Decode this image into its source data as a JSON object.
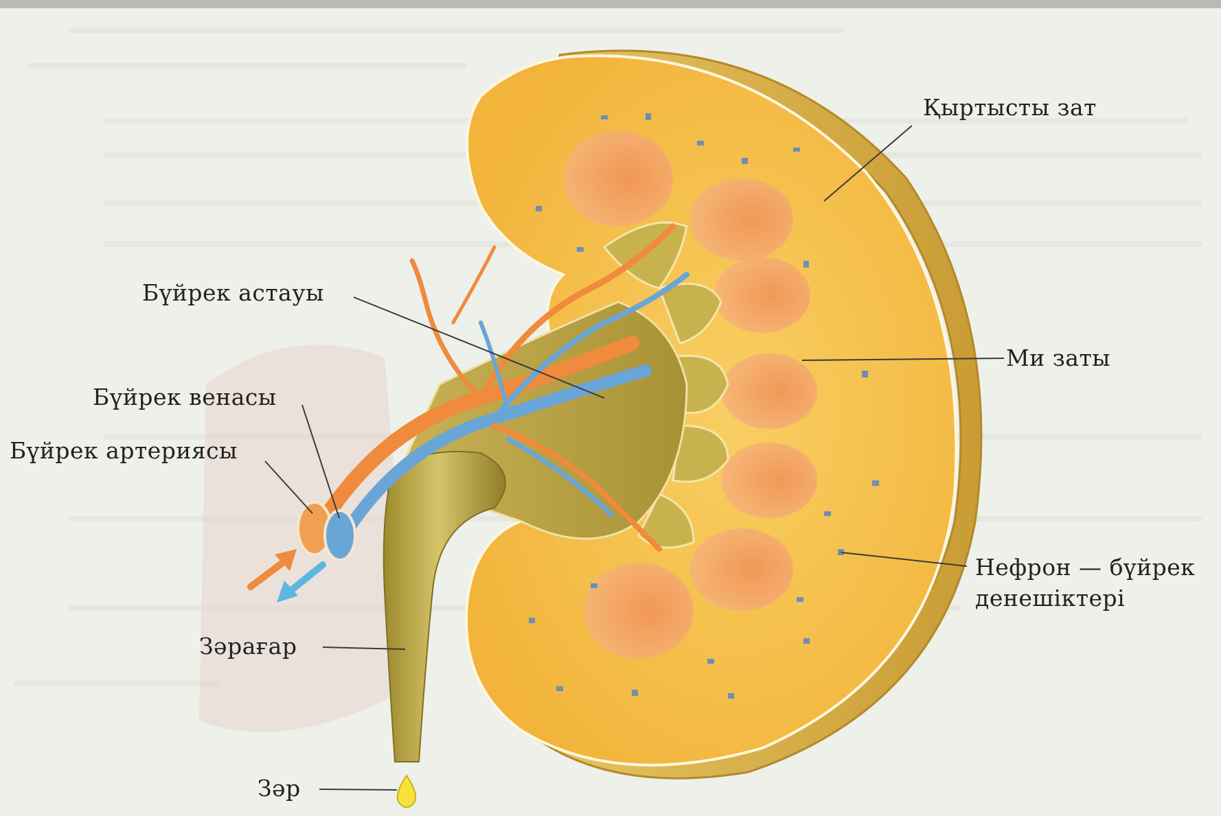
{
  "diagram": {
    "labels": {
      "cortex": "Қыртысты зат",
      "pelvis": "Бүйрек астауы",
      "medulla": "Ми заты",
      "vein": "Бүйрек венасы",
      "artery": "Бүйрек артериясы",
      "nephron_line1": "Нефрон — бүйрек",
      "nephron_line2": "денешіктері",
      "ureter": "Зәрағар",
      "urine": "Зәр"
    },
    "colors": {
      "cortex": "#f6c24a",
      "capsule": "#d9b04c",
      "pyramid": "#f19a5a",
      "pelvis": "#b8a23a",
      "artery": "#f08a3c",
      "vein": "#6aa5d8",
      "urine": "#f7e23a"
    },
    "icons": {
      "inflow_arrow": "arrow-up-right-icon",
      "outflow_arrow": "arrow-down-left-icon"
    }
  }
}
